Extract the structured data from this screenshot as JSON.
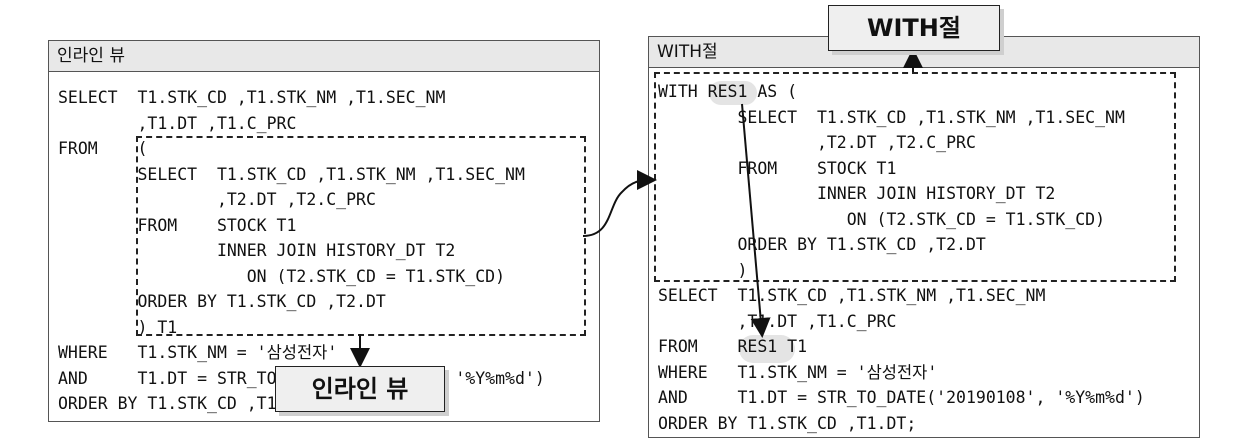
{
  "left_panel": {
    "title": "인라인 뷰",
    "code_lines": [
      "SELECT  T1.STK_CD ,T1.STK_NM ,T1.SEC_NM",
      "        ,T1.DT ,T1.C_PRC",
      "FROM    (",
      "        SELECT  T1.STK_CD ,T1.STK_NM ,T1.SEC_NM",
      "                ,T2.DT ,T2.C_PRC",
      "        FROM    STOCK T1",
      "                INNER JOIN HISTORY_DT T2",
      "                   ON (T2.STK_CD = T1.STK_CD)",
      "        ORDER BY T1.STK_CD ,T2.DT",
      "        ) T1",
      "WHERE   T1.STK_NM = '삼성전자'",
      "AND     T1.DT = STR_TO_DATE('20190108', '%Y%m%d')",
      "ORDER BY T1.STK_CD ,T1.DT;"
    ],
    "callout": "인라인 뷰"
  },
  "right_panel": {
    "title": "WITH절",
    "code_lines": [
      "WITH RES1 AS (",
      "        SELECT  T1.STK_CD ,T1.STK_NM ,T1.SEC_NM",
      "                ,T2.DT ,T2.C_PRC",
      "        FROM    STOCK T1",
      "                INNER JOIN HISTORY_DT T2",
      "                   ON (T2.STK_CD = T1.STK_CD)",
      "        ORDER BY T1.STK_CD ,T2.DT",
      "        )",
      "SELECT  T1.STK_CD ,T1.STK_NM ,T1.SEC_NM",
      "        ,T1.DT ,T1.C_PRC",
      "FROM    RES1 T1",
      "WHERE   T1.STK_NM = '삼성전자'",
      "AND     T1.DT = STR_TO_DATE('20190108', '%Y%m%d')",
      "ORDER BY T1.STK_CD ,T1.DT;"
    ],
    "callout": "WITH절"
  }
}
